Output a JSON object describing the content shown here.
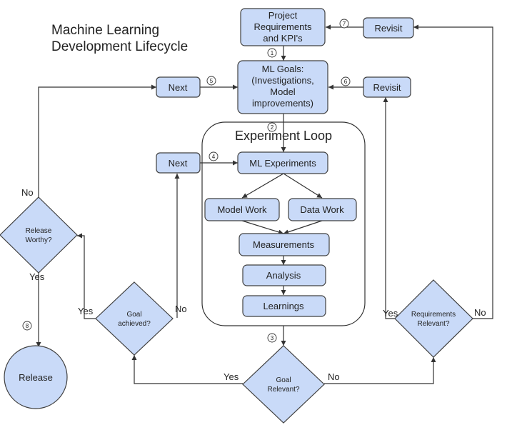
{
  "title": {
    "line1": "Machine Learning",
    "line2": "Development Lifecycle"
  },
  "loop_title": "Experiment Loop",
  "nodes": {
    "project_requirements": {
      "lines": [
        "Project",
        "Requirements",
        "and KPI's"
      ]
    },
    "ml_goals": {
      "lines": [
        "ML Goals:",
        "(Investigations,",
        "Model",
        "improvements)"
      ]
    },
    "ml_experiments": {
      "label": "ML Experiments"
    },
    "model_work": {
      "label": "Model Work"
    },
    "data_work": {
      "label": "Data Work"
    },
    "measurements": {
      "label": "Measurements"
    },
    "analysis": {
      "label": "Analysis"
    },
    "learnings": {
      "label": "Learnings"
    },
    "next_top": {
      "label": "Next"
    },
    "next_mid": {
      "label": "Next"
    },
    "revisit_top": {
      "label": "Revisit"
    },
    "revisit_mid": {
      "label": "Revisit"
    },
    "release_worthy": {
      "lines": [
        "Release",
        "Worthy?"
      ]
    },
    "goal_achieved": {
      "lines": [
        "Goal",
        "achieved?"
      ]
    },
    "goal_relevant": {
      "lines": [
        "Goal",
        "Relevant?"
      ]
    },
    "requirements_relevant": {
      "lines": [
        "Requirements",
        "Relevant?"
      ]
    },
    "release": {
      "label": "Release"
    }
  },
  "step_numbers": {
    "s1": "1",
    "s2": "2",
    "s3": "3",
    "s4": "4",
    "s5": "5",
    "s6": "6",
    "s7": "7",
    "s8": "8"
  },
  "edge_labels": {
    "release_no": "No",
    "release_yes": "Yes",
    "achieved_yes": "Yes",
    "achieved_no": "No",
    "relevant_yes": "Yes",
    "relevant_no": "No",
    "req_yes": "Yes",
    "req_no": "No"
  }
}
